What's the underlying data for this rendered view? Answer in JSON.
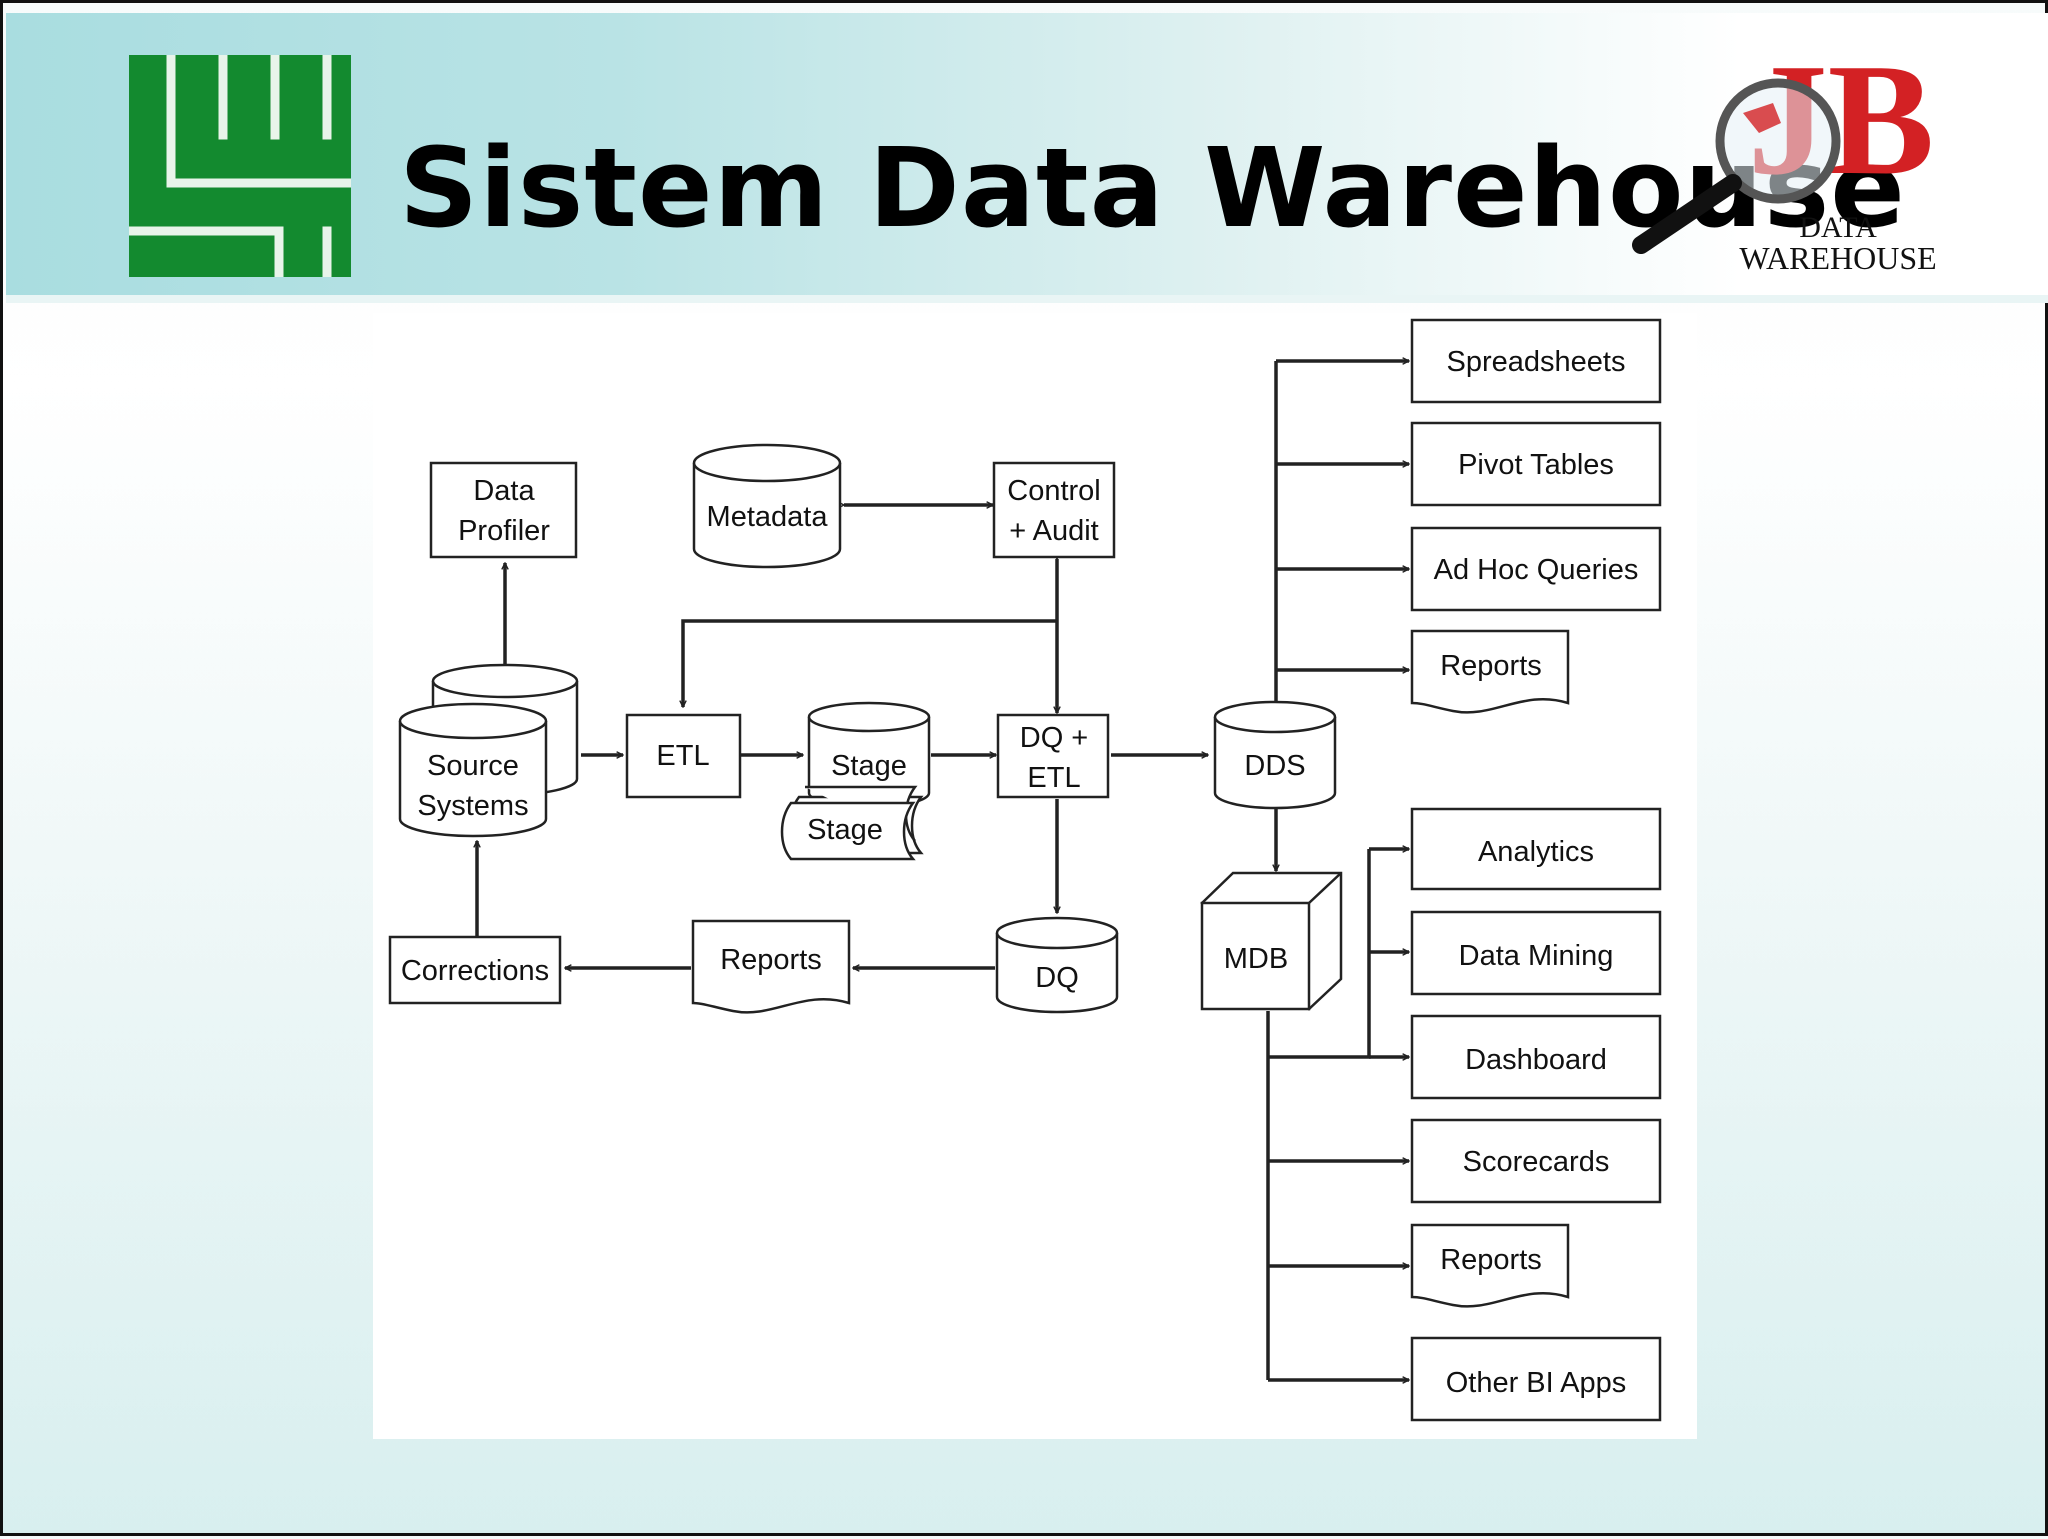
{
  "slide": {
    "title": "Sistem Data Warehouse",
    "logo_right": {
      "line1": "DATA",
      "line2": "WAREHOUSE",
      "monogram": "JB"
    },
    "logo_left_icon": "green-maze-logo-icon",
    "colors": {
      "header_teal": "#a9dde0",
      "logo_green": "#138a2f",
      "logo_red": "#d32124"
    }
  },
  "diagram": {
    "nodes": {
      "data_profiler": [
        "Data",
        "Profiler"
      ],
      "metadata": "Metadata",
      "control_audit": [
        "Control",
        "+ Audit"
      ],
      "source_systems": [
        "Source",
        "Systems"
      ],
      "etl": "ETL",
      "stage_1": "Stage",
      "stage_2": "Stage",
      "dq_etl": [
        "DQ +",
        "ETL"
      ],
      "dds": "DDS",
      "mdb": "MDB",
      "dq": "DQ",
      "reports_dq": "Reports",
      "corrections": "Corrections",
      "spreadsheets": "Spreadsheets",
      "pivot_tables": "Pivot Tables",
      "ad_hoc_queries": "Ad Hoc Queries",
      "reports_dds": "Reports",
      "analytics": "Analytics",
      "data_mining": "Data Mining",
      "dashboard": "Dashboard",
      "scorecards": "Scorecards",
      "reports_mdb": "Reports",
      "other_bi_apps": "Other BI Apps"
    }
  }
}
